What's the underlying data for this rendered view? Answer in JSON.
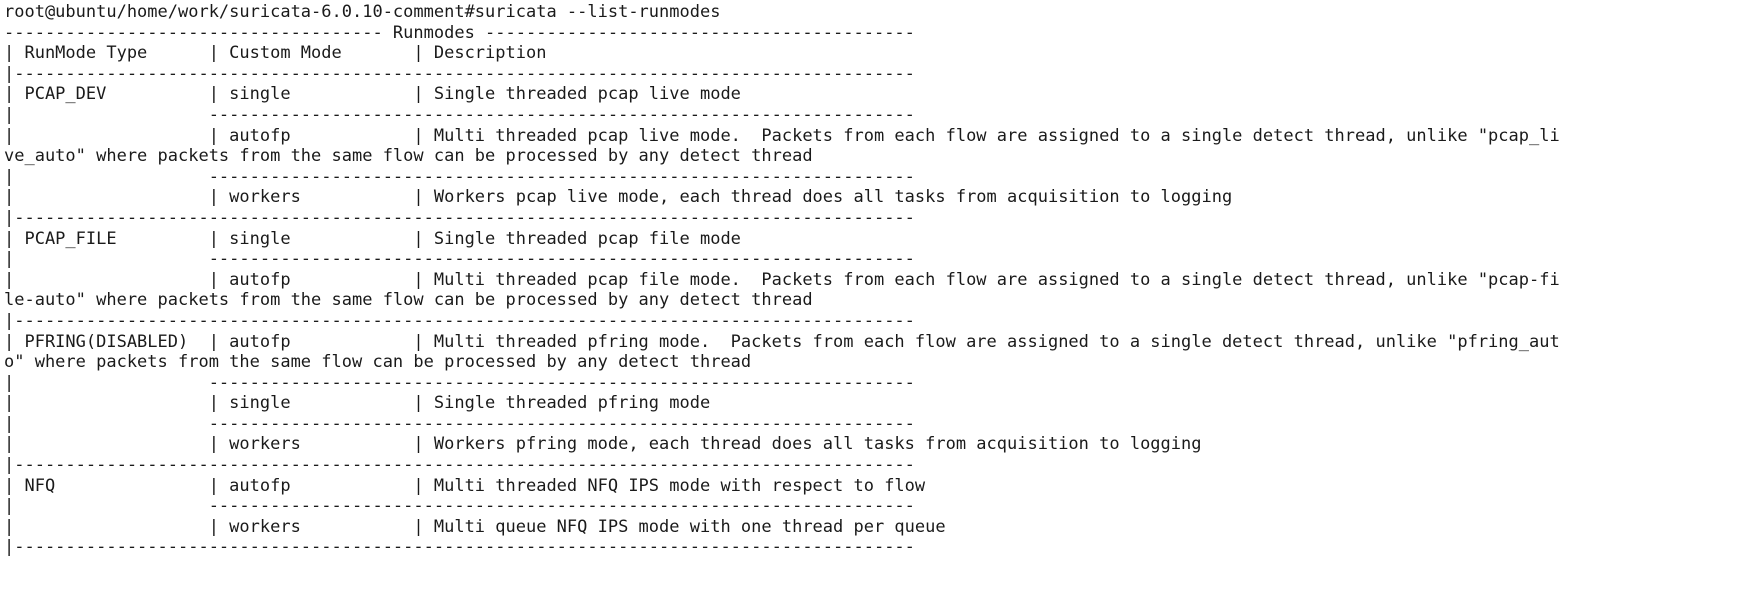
{
  "terminal": {
    "lines": [
      "root@ubuntu/home/work/suricata-6.0.10-comment#suricata --list-runmodes",
      "------------------------------------- Runmodes ------------------------------------------",
      "| RunMode Type      | Custom Mode       | Description",
      "|----------------------------------------------------------------------------------------",
      "| PCAP_DEV          | single            | Single threaded pcap live mode",
      "|                   ---------------------------------------------------------------------",
      "|                   | autofp            | Multi threaded pcap live mode.  Packets from each flow are assigned to a single detect thread, unlike \"pcap_li",
      "ve_auto\" where packets from the same flow can be processed by any detect thread",
      "|                   ---------------------------------------------------------------------",
      "|                   | workers           | Workers pcap live mode, each thread does all tasks from acquisition to logging",
      "|----------------------------------------------------------------------------------------",
      "| PCAP_FILE         | single            | Single threaded pcap file mode",
      "|                   ---------------------------------------------------------------------",
      "|                   | autofp            | Multi threaded pcap file mode.  Packets from each flow are assigned to a single detect thread, unlike \"pcap-fi",
      "le-auto\" where packets from the same flow can be processed by any detect thread",
      "|----------------------------------------------------------------------------------------",
      "| PFRING(DISABLED)  | autofp            | Multi threaded pfring mode.  Packets from each flow are assigned to a single detect thread, unlike \"pfring_aut",
      "o\" where packets from the same flow can be processed by any detect thread",
      "|                   ---------------------------------------------------------------------",
      "|                   | single            | Single threaded pfring mode",
      "|                   ---------------------------------------------------------------------",
      "|                   | workers           | Workers pfring mode, each thread does all tasks from acquisition to logging",
      "|----------------------------------------------------------------------------------------",
      "| NFQ               | autofp            | Multi threaded NFQ IPS mode with respect to flow",
      "|                   ---------------------------------------------------------------------",
      "|                   | workers           | Multi queue NFQ IPS mode with one thread per queue",
      "|----------------------------------------------------------------------------------------"
    ]
  }
}
